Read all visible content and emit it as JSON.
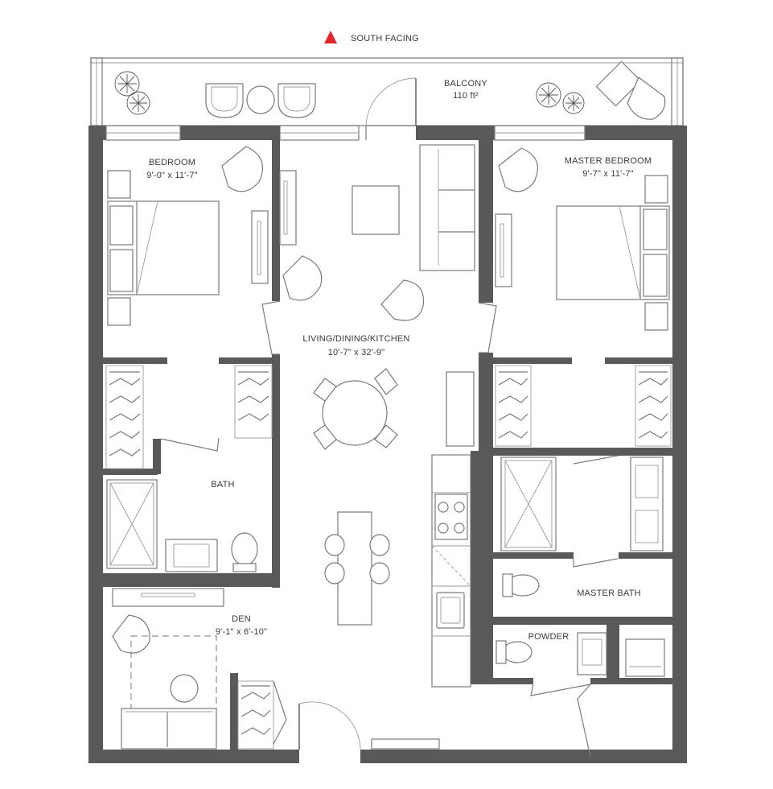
{
  "compass": {
    "label": "SOUTH FACING",
    "color": "#e3262c"
  },
  "rooms": {
    "balcony": {
      "name": "BALCONY",
      "area": "110 ft²"
    },
    "bedroom": {
      "name": "BEDROOM",
      "dims": "9'-0\" x 11'-7\""
    },
    "master_bedroom": {
      "name": "MASTER BEDROOM",
      "dims": "9'-7\" x 11'-7\""
    },
    "living": {
      "name": "LIVING/DINING/KITCHEN",
      "dims": "10'-7\" x 32'-9\""
    },
    "bath": {
      "name": "BATH"
    },
    "master_bath": {
      "name": "MASTER BATH"
    },
    "powder": {
      "name": "POWDER"
    },
    "den": {
      "name": "DEN",
      "dims": "9'-1\" x 6'-10\""
    }
  },
  "colors": {
    "wall": "#58595b",
    "line": "#7a7a7a"
  }
}
